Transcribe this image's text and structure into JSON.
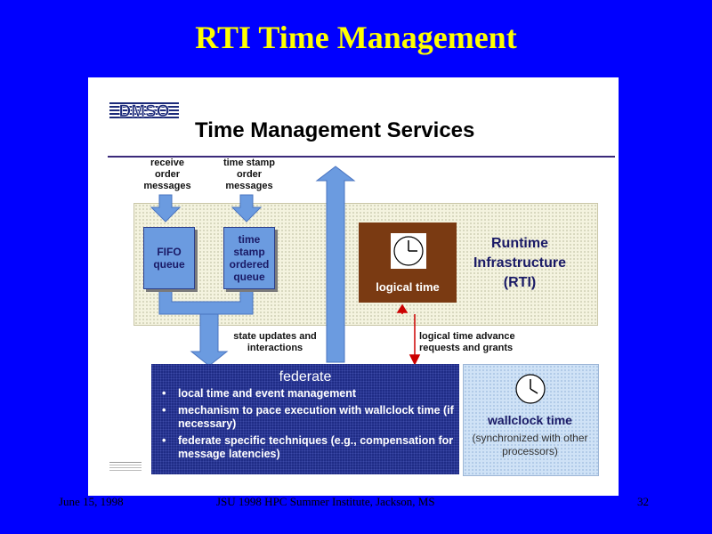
{
  "slide": {
    "title": "RTI Time Management"
  },
  "panel": {
    "logo_text": "DMSO",
    "title": "Time Management Services",
    "receive_order_messages": "receive order messages",
    "time_stamp_order_messages": "time stamp order messages",
    "fifo_queue": "FIFO queue",
    "time_stamp_ordered_queue": "time stamp ordered queue",
    "logical_time": "logical time",
    "rti_label": "Runtime Infrastructure (RTI)",
    "state_updates": "state updates and interactions",
    "logical_time_advance": "logical time advance requests and grants",
    "federate": {
      "title": "federate",
      "bullets": [
        "local time  and event management",
        "mechanism to pace execution with wallclock time (if necessary)",
        "federate specific techniques (e.g., compensation for message latencies)"
      ]
    },
    "wallclock": {
      "title": "wallclock time",
      "subtitle": "(synchronized with other processors)"
    }
  },
  "footer": {
    "date": "June 15,  1998",
    "institute": "JSU 1998 HPC Summer Institute, Jackson, MS",
    "page": "32"
  },
  "colors": {
    "background": "#0000ff",
    "title": "#ffff00",
    "arrow_blue": "#6b9be0",
    "federate_dark": "#1f2c86",
    "logical_time_brown": "#7a3a12",
    "red_arrow": "#cc0000"
  }
}
